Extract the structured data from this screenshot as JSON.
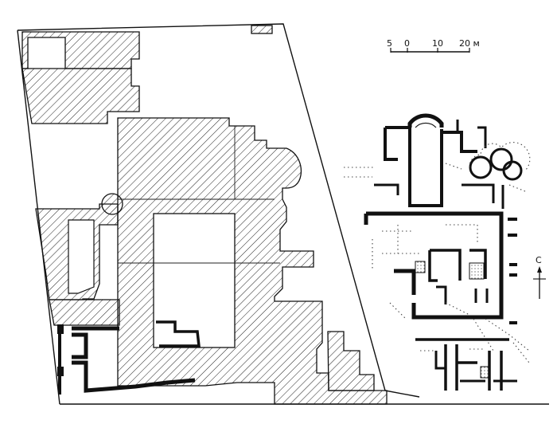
{
  "scale_bar": {
    "labels": [
      "5",
      "0",
      "10",
      "20 м"
    ]
  },
  "north_arrow": {
    "letter": "С"
  }
}
